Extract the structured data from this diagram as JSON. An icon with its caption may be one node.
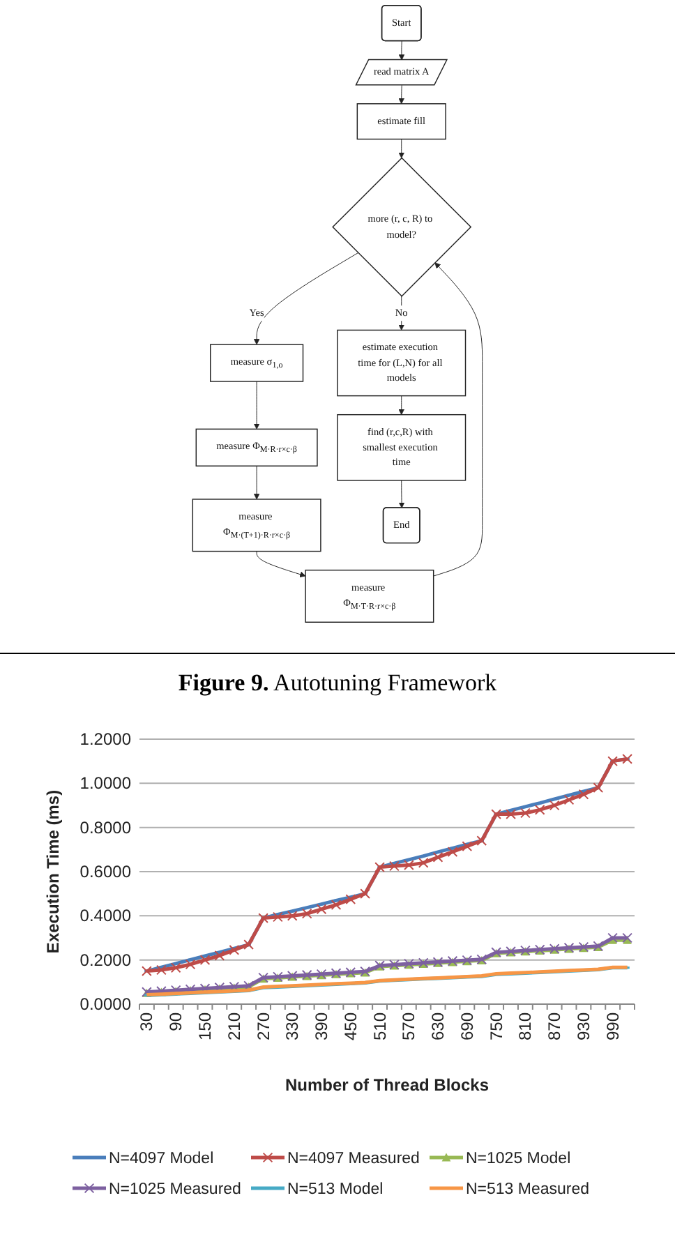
{
  "diagram": {
    "caption": "**Figure 9.** Autotuning Framework",
    "nodes": [
      {
        "text": [
          "Start"
        ]
      },
      {
        "text": [
          "read matrix A"
        ]
      },
      {
        "text": [
          "estimate fill"
        ]
      },
      {
        "text": [
          "more (r, c, R) to model?"
        ]
      },
      {
        "text": [
          "measure σ$_{1,o}$"
        ]
      },
      {
        "text": [
          "measure Φ$_{M·R·r×c·β}$"
        ]
      },
      {
        "text": [
          "measure Φ$_{M·(T+1)·R·r×c·β}$"
        ]
      },
      {
        "text": [
          "measure Φ$_{M·T·R·r×c·β}$"
        ]
      },
      {
        "text": [
          "estimate execution time for (L,N) for all models"
        ]
      },
      {
        "text": [
          "find (r,c,R) with smallest execution time"
        ]
      },
      {
        "text": [
          "End"
        ]
      }
    ],
    "edges": [
      {
        "from": 0,
        "to": 1,
        "arrow": "to"
      },
      {
        "from": 1,
        "to": 2,
        "arrow": "to"
      },
      {
        "from": 2,
        "to": 3,
        "arrow": "to"
      },
      {
        "from": 3,
        "to": 4,
        "arrow": "to",
        "label": "Yes"
      },
      {
        "from": 4,
        "to": 5,
        "arrow": "to"
      },
      {
        "from": 5,
        "to": 6,
        "arrow": "to"
      },
      {
        "from": 6,
        "to": 7,
        "arrow": "to"
      },
      {
        "from": 7,
        "to": 3,
        "arrow": "to"
      },
      {
        "from": 3,
        "to": 8,
        "arrow": "to",
        "label": "No"
      },
      {
        "from": 8,
        "to": 9,
        "arrow": "to"
      },
      {
        "from": 9,
        "to": 10,
        "arrow": "to"
      }
    ],
    "chart_data": {
      "type": "line",
      "xlabel": "Number of Thread Blocks",
      "ylabel": "Execution Time (ms)",
      "x": [
        30,
        60,
        90,
        120,
        150,
        180,
        210,
        240,
        270,
        300,
        330,
        360,
        390,
        420,
        450,
        480,
        510,
        540,
        570,
        600,
        630,
        660,
        690,
        720,
        750,
        780,
        810,
        840,
        870,
        900,
        930,
        960,
        990,
        1020
      ],
      "xticks": [
        30,
        90,
        150,
        210,
        270,
        330,
        390,
        450,
        510,
        570,
        630,
        690,
        750,
        810,
        870,
        930,
        990
      ],
      "xlim": [
        15,
        1035
      ],
      "ylim": [
        0,
        1.2
      ],
      "grid": true,
      "legend": true,
      "yticks": [
        {
          "value": 0,
          "label": "0.0000"
        },
        {
          "value": 0.2,
          "label": "0.2000"
        },
        {
          "value": 0.4,
          "label": "0.4000"
        },
        {
          "value": 0.6,
          "label": "0.6000"
        },
        {
          "value": 0.8,
          "label": "0.8000"
        },
        {
          "value": 1.0,
          "label": "1.0000"
        },
        {
          "value": 1.2,
          "label": "1.2000"
        }
      ],
      "series": [
        {
          "name": "N=4097 Model",
          "color": "#4a7ebb",
          "values": [
            0.15,
            0.167,
            0.184,
            0.201,
            0.218,
            0.235,
            0.252,
            0.269,
            0.39,
            0.406,
            0.421,
            0.437,
            0.453,
            0.469,
            0.484,
            0.5,
            0.62,
            0.637,
            0.654,
            0.671,
            0.689,
            0.706,
            0.723,
            0.74,
            0.86,
            0.877,
            0.894,
            0.911,
            0.929,
            0.946,
            0.963,
            0.98,
            1.1,
            1.11
          ]
        },
        {
          "name": "N=4097 Measured",
          "color": "#be4b48",
          "values": [
            0.15,
            0.155,
            0.165,
            0.18,
            0.2,
            0.22,
            0.245,
            0.27,
            0.39,
            0.395,
            0.4,
            0.41,
            0.43,
            0.45,
            0.475,
            0.5,
            0.62,
            0.625,
            0.63,
            0.64,
            0.665,
            0.69,
            0.715,
            0.74,
            0.86,
            0.86,
            0.865,
            0.88,
            0.9,
            0.925,
            0.95,
            0.98,
            1.1,
            1.11
          ]
        },
        {
          "name": "N=1025 Model",
          "color": "#98b954",
          "values": [
            0.05,
            0.054,
            0.058,
            0.062,
            0.066,
            0.07,
            0.074,
            0.078,
            0.115,
            0.119,
            0.123,
            0.127,
            0.131,
            0.135,
            0.139,
            0.143,
            0.17,
            0.174,
            0.178,
            0.182,
            0.186,
            0.19,
            0.194,
            0.198,
            0.23,
            0.234,
            0.238,
            0.242,
            0.246,
            0.25,
            0.254,
            0.258,
            0.29,
            0.29
          ]
        },
        {
          "name": "N=1025 Measured",
          "color": "#7d60a0",
          "values": [
            0.055,
            0.059,
            0.063,
            0.067,
            0.071,
            0.075,
            0.079,
            0.083,
            0.12,
            0.124,
            0.128,
            0.132,
            0.136,
            0.14,
            0.144,
            0.148,
            0.175,
            0.179,
            0.183,
            0.187,
            0.191,
            0.195,
            0.199,
            0.203,
            0.235,
            0.239,
            0.243,
            0.247,
            0.251,
            0.255,
            0.259,
            0.263,
            0.3,
            0.3
          ]
        },
        {
          "name": "N=513 Model",
          "color": "#46aac5",
          "values": [
            0.04,
            0.043,
            0.046,
            0.049,
            0.052,
            0.055,
            0.058,
            0.061,
            0.075,
            0.078,
            0.081,
            0.084,
            0.087,
            0.09,
            0.093,
            0.096,
            0.105,
            0.108,
            0.111,
            0.114,
            0.117,
            0.12,
            0.123,
            0.126,
            0.135,
            0.138,
            0.141,
            0.144,
            0.147,
            0.15,
            0.153,
            0.156,
            0.165,
            0.165
          ]
        },
        {
          "name": "N=513 Measured",
          "color": "#f79646",
          "values": [
            0.042,
            0.045,
            0.048,
            0.051,
            0.054,
            0.057,
            0.06,
            0.063,
            0.077,
            0.08,
            0.083,
            0.086,
            0.089,
            0.092,
            0.095,
            0.098,
            0.107,
            0.11,
            0.113,
            0.116,
            0.119,
            0.122,
            0.125,
            0.128,
            0.137,
            0.14,
            0.143,
            0.146,
            0.149,
            0.152,
            0.155,
            0.158,
            0.167,
            0.167
          ]
        }
      ]
    }
  }
}
